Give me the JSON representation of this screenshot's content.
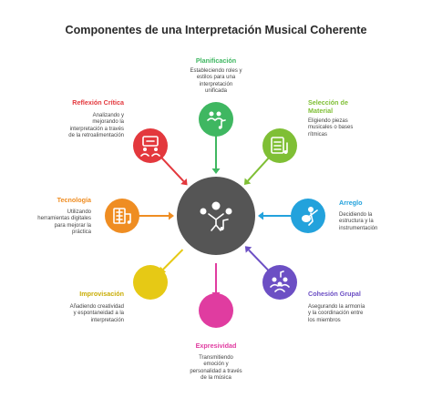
{
  "title": "Componentes de una Interpretación Musical Coherente",
  "center": {
    "icon": "people-music-icon",
    "color": "#555555"
  },
  "components": [
    {
      "id": "planificacion",
      "label": "Planificación",
      "description": [
        "Estableciendo roles y",
        "estilos para una",
        "interpretación",
        "unificada"
      ],
      "color": "#3fb761",
      "icon": "people-music-note-icon",
      "direction": "in"
    },
    {
      "id": "seleccion",
      "label": "Selección de Material",
      "label_lines": [
        "Selección de",
        "Material"
      ],
      "description": [
        "Eligiendo piezas",
        "musicales o bases",
        "rítmicas"
      ],
      "color": "#7fbf35",
      "icon": "sheet-music-icon",
      "direction": "in"
    },
    {
      "id": "arreglo",
      "label": "Arreglo",
      "description": [
        "Decidiendo la",
        "estructura y la",
        "instrumentación"
      ],
      "color": "#23a2dc",
      "icon": "guitar-player-icon",
      "direction": "in"
    },
    {
      "id": "cohesion",
      "label": "Cohesión Grupal",
      "description": [
        "Asegurando la armonía",
        "y la coordinación entre",
        "los miembros"
      ],
      "color": "#6c4fc4",
      "icon": "group-music-icon",
      "direction": "in"
    },
    {
      "id": "expresividad",
      "label": "Expresividad",
      "description": [
        "Transmitiendo",
        "emoción y",
        "personalidad a través",
        "de la música"
      ],
      "color": "#e03ca0",
      "icon": "",
      "direction": "out"
    },
    {
      "id": "improvisacion",
      "label": "Improvisación",
      "description": [
        "Añadiendo creatividad",
        "y espontaneidad a la",
        "interpretación"
      ],
      "color": "#e6c915",
      "icon": "",
      "direction": "out"
    },
    {
      "id": "tecnologia",
      "label": "Tecnología",
      "description": [
        "Utilizando",
        "herramientas digitales",
        "para mejorar la",
        "práctica"
      ],
      "color": "#ef8d22",
      "icon": "digital-tools-icon",
      "direction": "in"
    },
    {
      "id": "reflexion",
      "label": "Reflexión Crítica",
      "description": [
        "Analizando y",
        "mejorando la",
        "interpretación a través",
        "de la retroalimentación"
      ],
      "color": "#e3383d",
      "icon": "feedback-review-icon",
      "direction": "in"
    }
  ]
}
